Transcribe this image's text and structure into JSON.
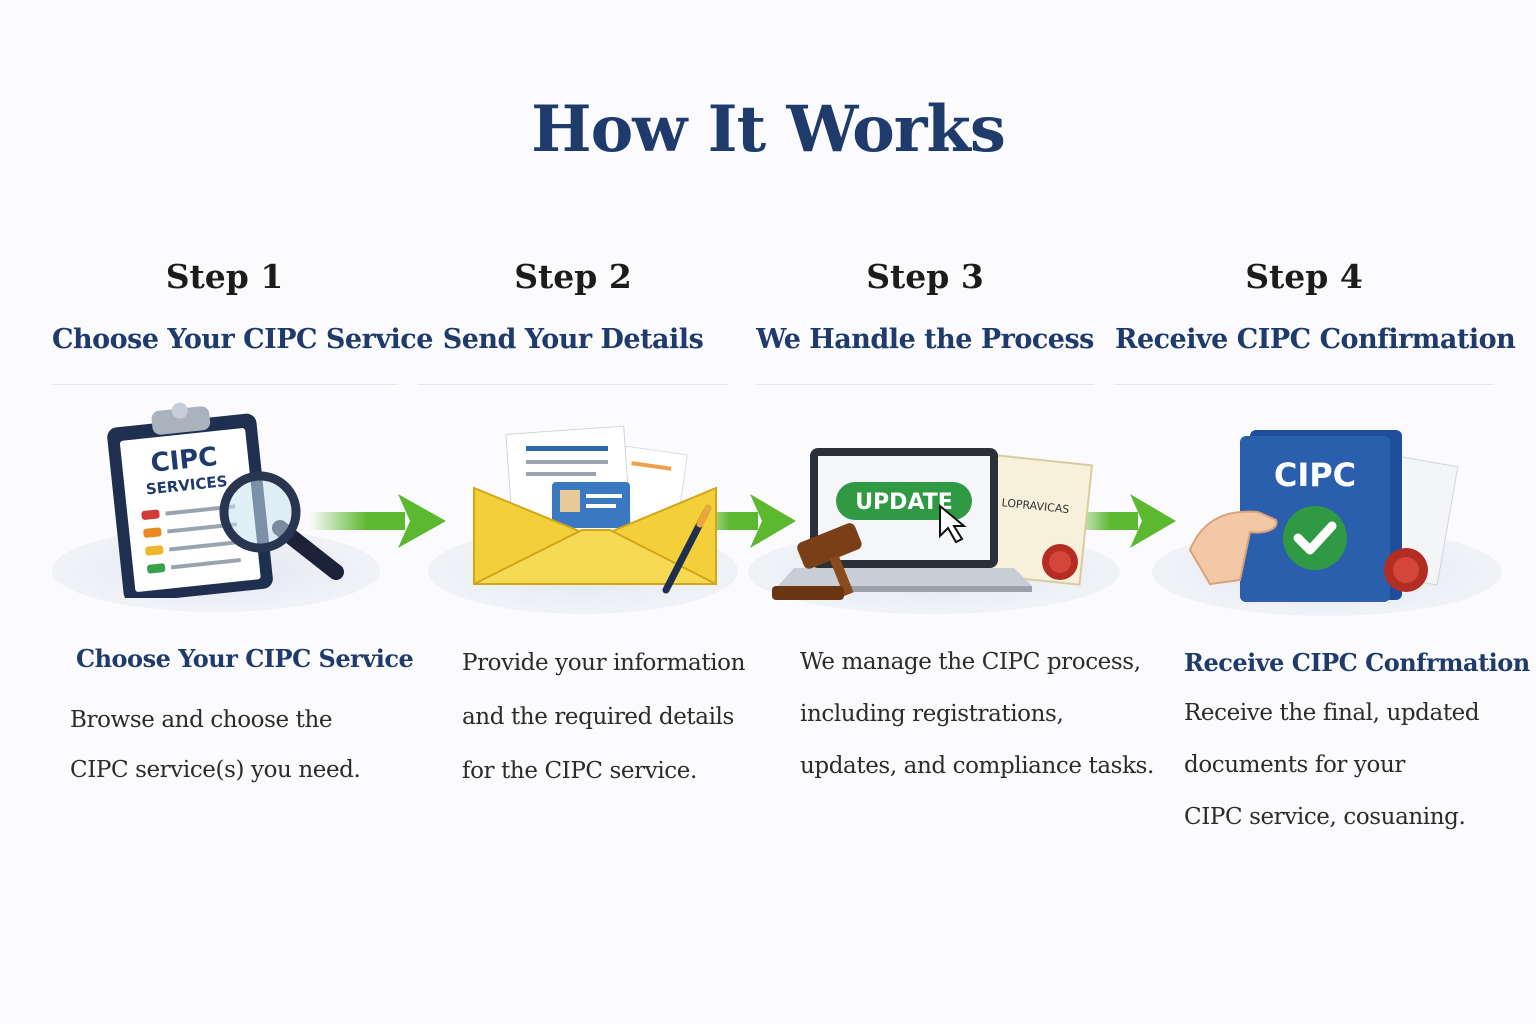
{
  "page": {
    "title": "How It Works"
  },
  "steps": [
    {
      "label": "Step 1",
      "subtitle": "Choose Your CIPC Service",
      "illustration": {
        "icon": "clipboard-magnifier-icon",
        "board_title": "CIPC",
        "board_subtitle": "SERVICES"
      },
      "heading": "Choose Your CIPC Service",
      "lines": [
        "Browse and choose the",
        "CIPC service(s) you need."
      ]
    },
    {
      "label": "Step 2",
      "subtitle": "Send Your Details",
      "illustration": {
        "icon": "envelope-documents-icon"
      },
      "heading": "",
      "lines": [
        "Provide your information",
        "and the required details",
        "for the CIPC service."
      ]
    },
    {
      "label": "Step 3",
      "subtitle": "We Handle the Process",
      "illustration": {
        "icon": "laptop-gavel-icon",
        "button_text": "UPDATE",
        "certificate_text": "LOPRAVICAS"
      },
      "heading": "",
      "lines": [
        "We manage the CIPC process,",
        "including registrations,",
        "updates, and compliance tasks."
      ]
    },
    {
      "label": "Step 4",
      "subtitle": "Receive CIPC Confirmation",
      "illustration": {
        "icon": "folder-checkmark-icon",
        "folder_text": "CIPC"
      },
      "heading": "Receive CIPC Confrmation",
      "lines": [
        "Receive the final, updated",
        "documents for your",
        "CIPC service, cosuaning."
      ]
    }
  ],
  "colors": {
    "title": "#1f3b6b",
    "accent_green": "#5cb82e",
    "navy": "#1f3b6b",
    "text": "#2b2b2b"
  }
}
